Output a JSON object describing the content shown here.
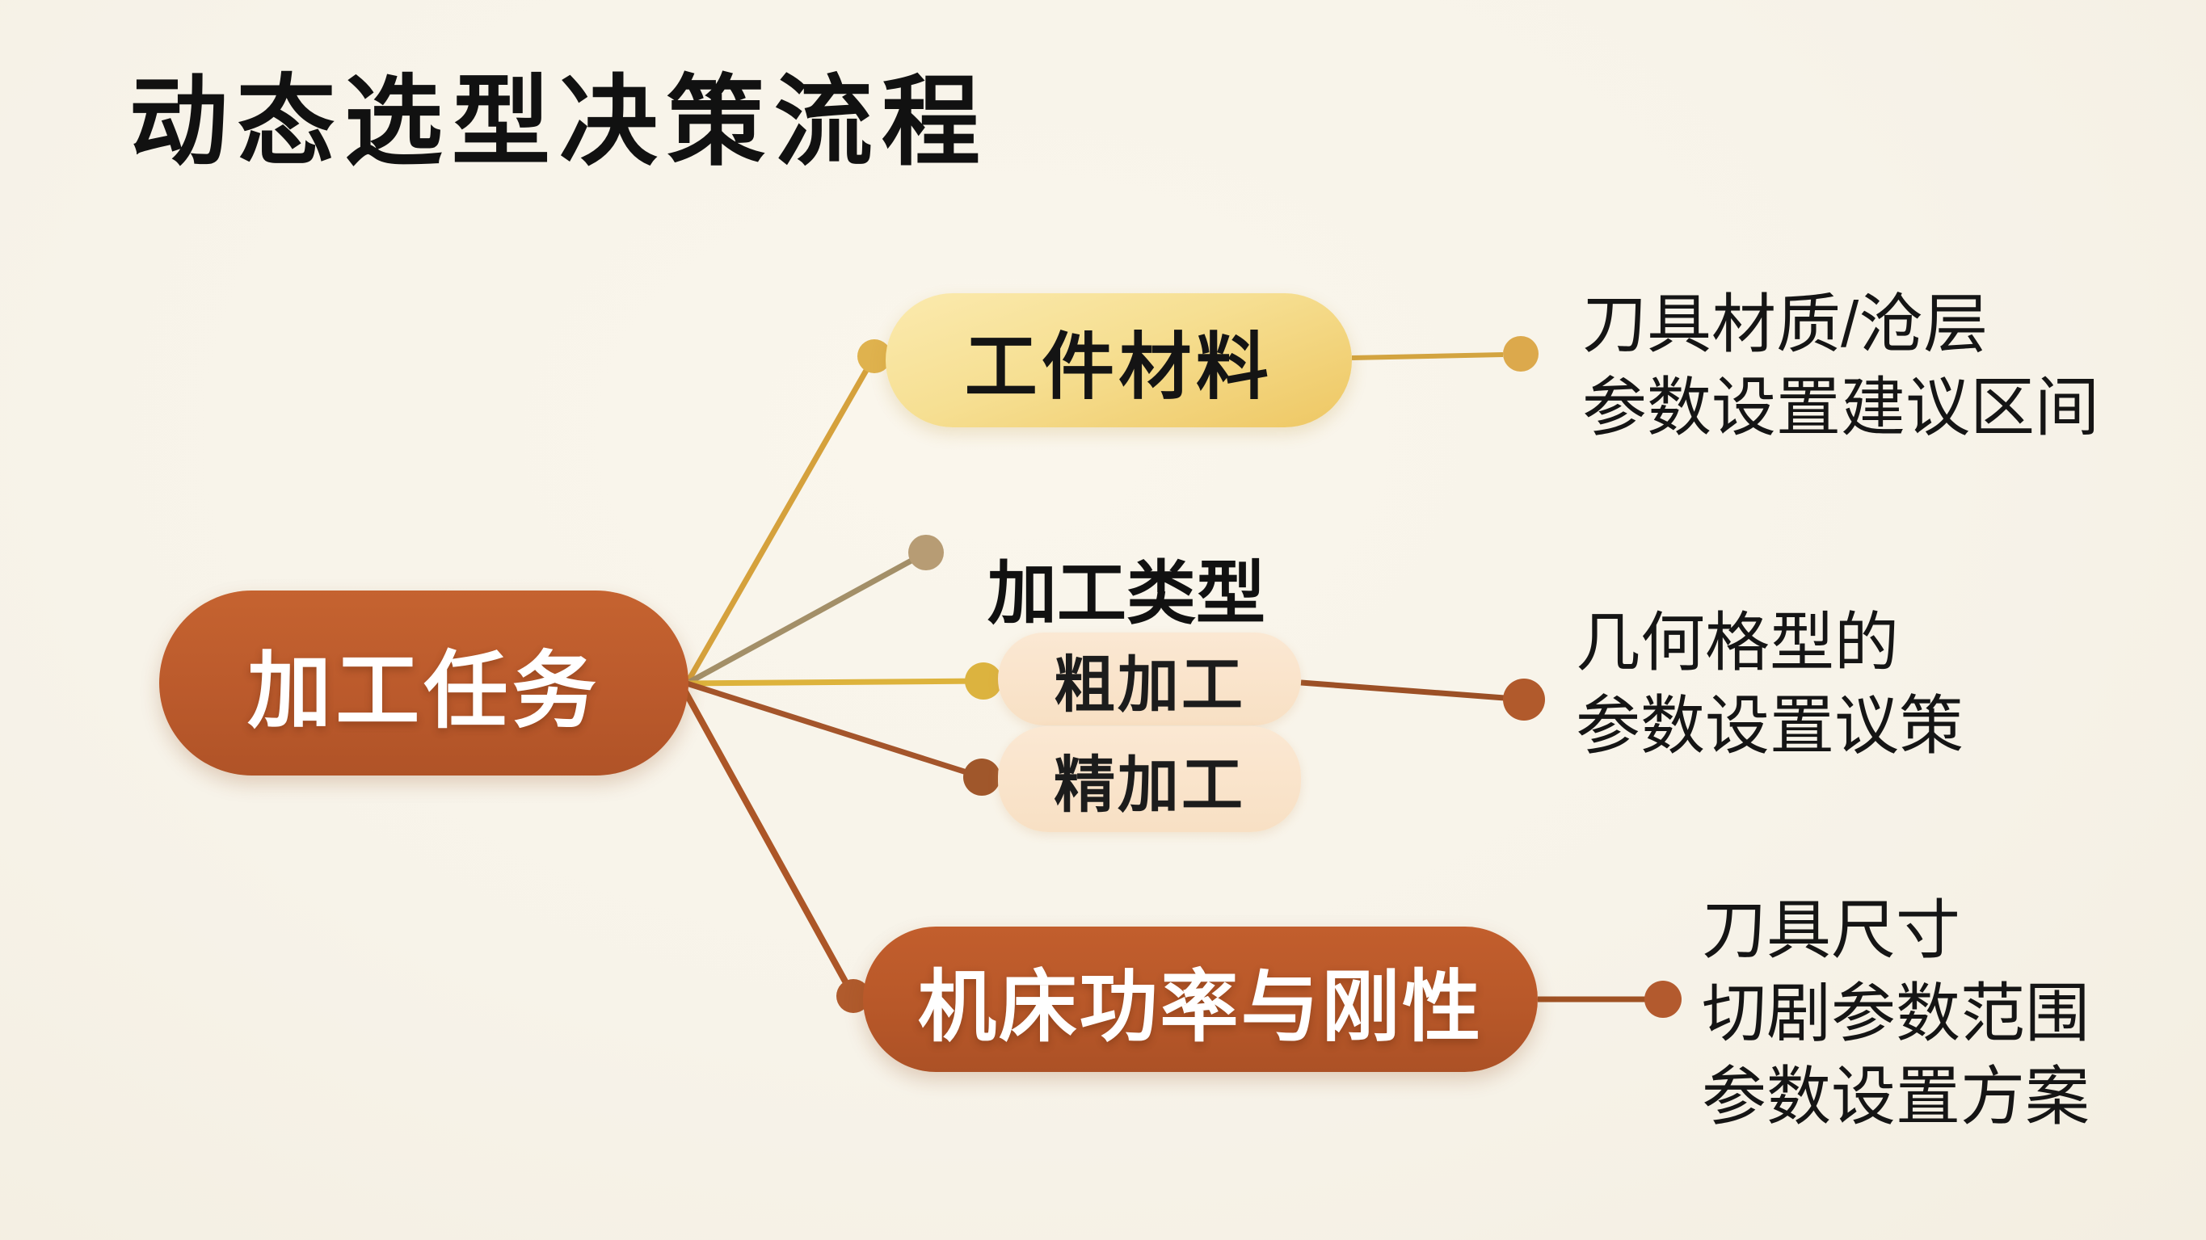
{
  "title": "动态选型决策流程",
  "colors": {
    "background": "#F7F3E9",
    "primary_orange": "#BC5A2C",
    "material_yellow": "#F3D982",
    "peach_fill": "#FAE4CB",
    "gold_line": "#D5A13C",
    "tan_line": "#A38F68",
    "sienna_line": "#A8552B",
    "text_dark": "#161616",
    "text_light": "#FFFFFF"
  },
  "root": {
    "label": "加工任务"
  },
  "branches": {
    "material": {
      "label": "工件材料",
      "annotation_line1": "刀具材质/沧层",
      "annotation_line2": "参数设置建议区间"
    },
    "type": {
      "label": "加工类型",
      "children": {
        "rough": {
          "label": "粗加工"
        },
        "finish": {
          "label": "精加工"
        }
      },
      "annotation_line1": "几何格型的",
      "annotation_line2": "参数设置议策"
    },
    "machine": {
      "label": "机床功率与刚性",
      "annotation_line1": "刀具尺寸",
      "annotation_line2": "切剧参数范围",
      "annotation_line3": "参数设置方案"
    }
  }
}
